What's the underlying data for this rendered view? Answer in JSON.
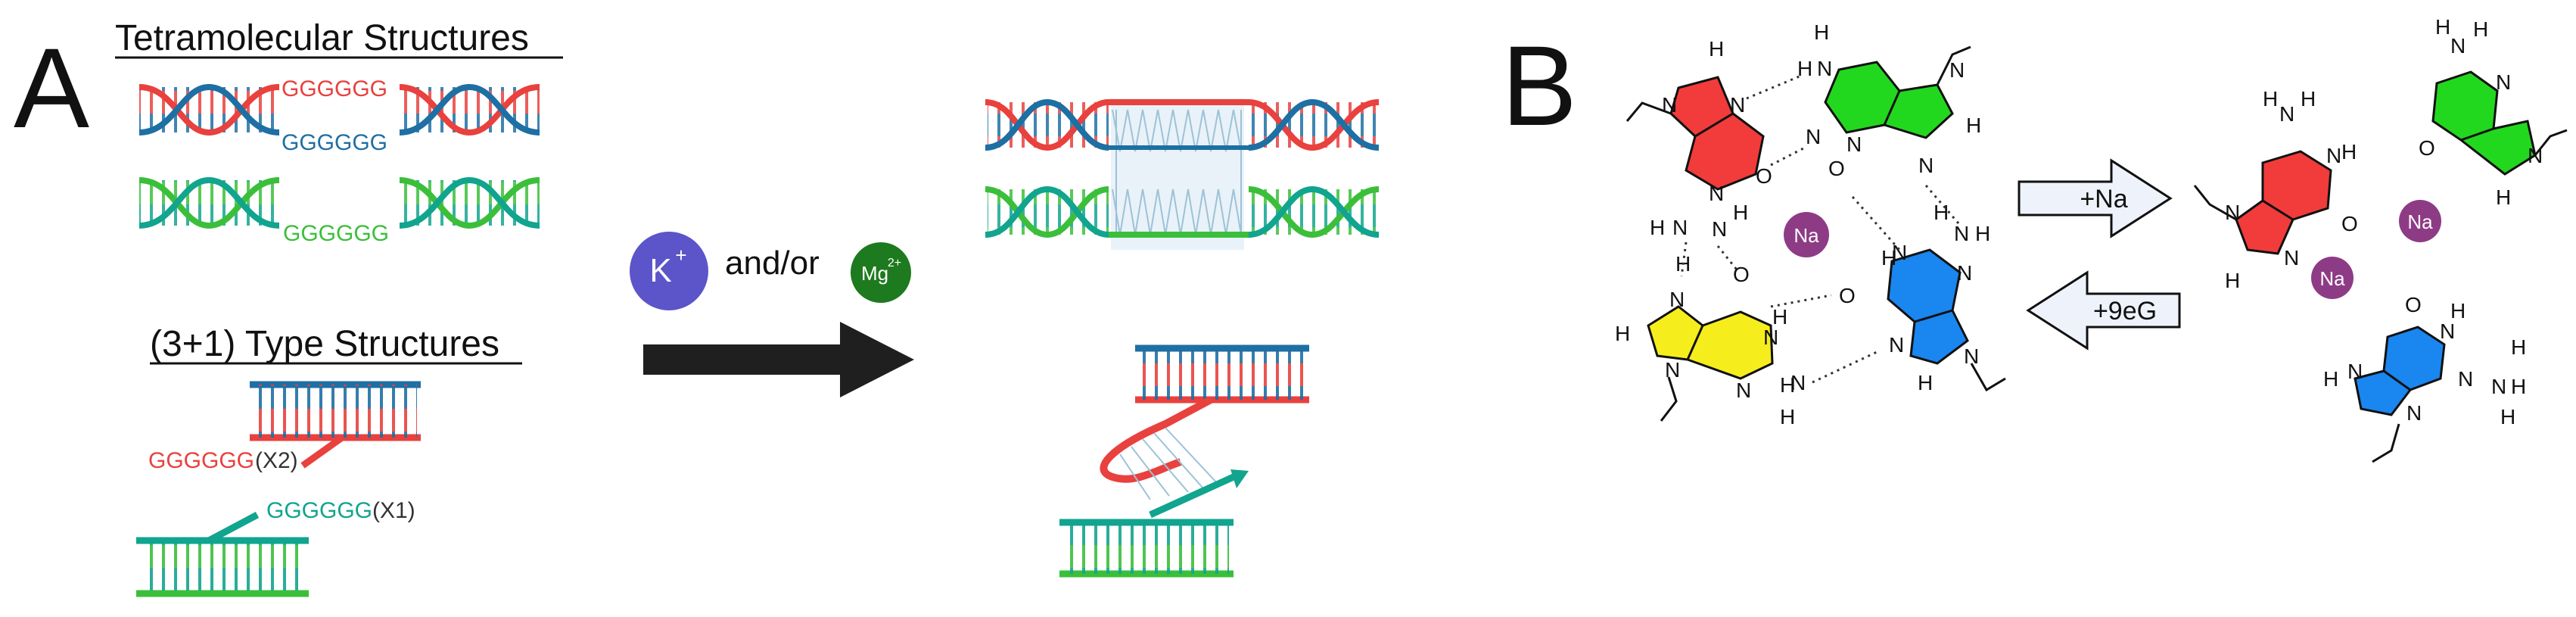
{
  "colors": {
    "red": "#e8413e",
    "blue": "#1e6fa3",
    "green": "#3bbf3b",
    "teal": "#11a48f",
    "k_ion": "#5b55c9",
    "mg_ion": "#1e7a1e",
    "na_ion": "#8e3b86",
    "guanine_red": "#f23b3b",
    "guanine_green": "#22d81f",
    "guanine_yellow": "#f6ee1c",
    "guanine_blue": "#1a86f0",
    "arrow_box": "#eef3fb"
  },
  "panel_a": {
    "letter": "A",
    "tetramolecular_heading": "Tetramolecular Structures",
    "seq_red": "GGGGGG",
    "seq_blue": "GGGGGG",
    "seq_green": "GGGGGG",
    "three_plus_one_heading": "(3+1) Type Structures",
    "seq_x2": "GGGGGG",
    "mult_x2": "(X2)",
    "seq_x1": "GGGGGG",
    "mult_x1": "(X1)",
    "k_ion": {
      "symbol": "K",
      "charge": "+"
    },
    "and_or": "and/or",
    "mg_ion": {
      "symbol": "Mg",
      "charge": "2+"
    }
  },
  "panel_b": {
    "letter": "B",
    "atoms": {
      "h": "H",
      "n": "N",
      "o": "O"
    },
    "na": "Na",
    "forward_arrow": "+Na",
    "reverse_arrow": "+9eG"
  }
}
